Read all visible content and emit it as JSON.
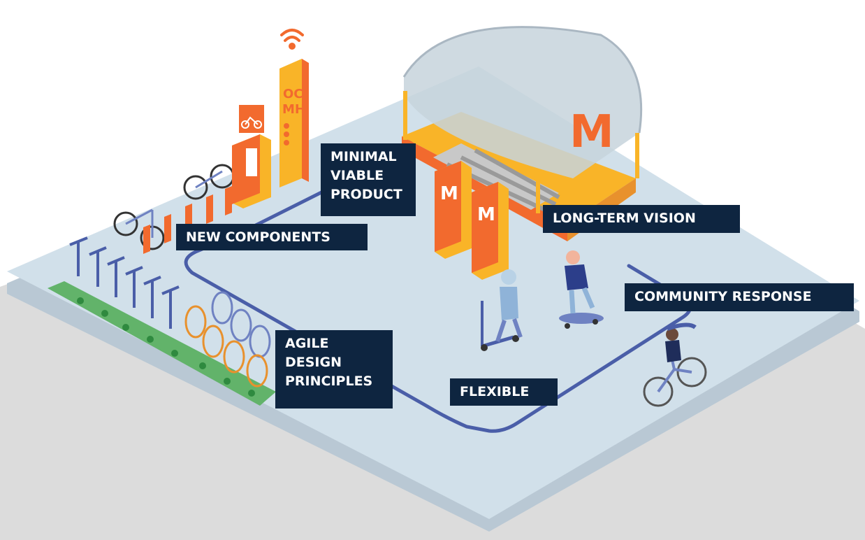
{
  "labels": {
    "mvp": [
      "MINIMAL",
      "VIABLE",
      "PRODUCT"
    ],
    "new_components": "NEW COMPONENTS",
    "long_term_vision": "LONG-TERM VISION",
    "community_response": "COMMUNITY RESPONSE",
    "agile": [
      "AGILE",
      "DESIGN",
      "PRINCIPLES"
    ],
    "flexible": "FLEXIBLE"
  },
  "signage": {
    "tower_text": [
      "OC",
      "MH"
    ],
    "station_letter": "M",
    "kiosk_letter": "M"
  },
  "colors": {
    "platform": "#d1e0ea",
    "base": "#dcdcdc",
    "path": "#4a5ea8",
    "label_bg": "#0e2540",
    "orange": "#f26a2e",
    "yellow": "#f9b428",
    "grass": "#62b36a",
    "bike": "#6f82c2"
  },
  "icons": [
    "wifi-icon",
    "bicycle-icon",
    "scooter-rider-icon",
    "skateboarder-icon",
    "cyclist-icon"
  ]
}
